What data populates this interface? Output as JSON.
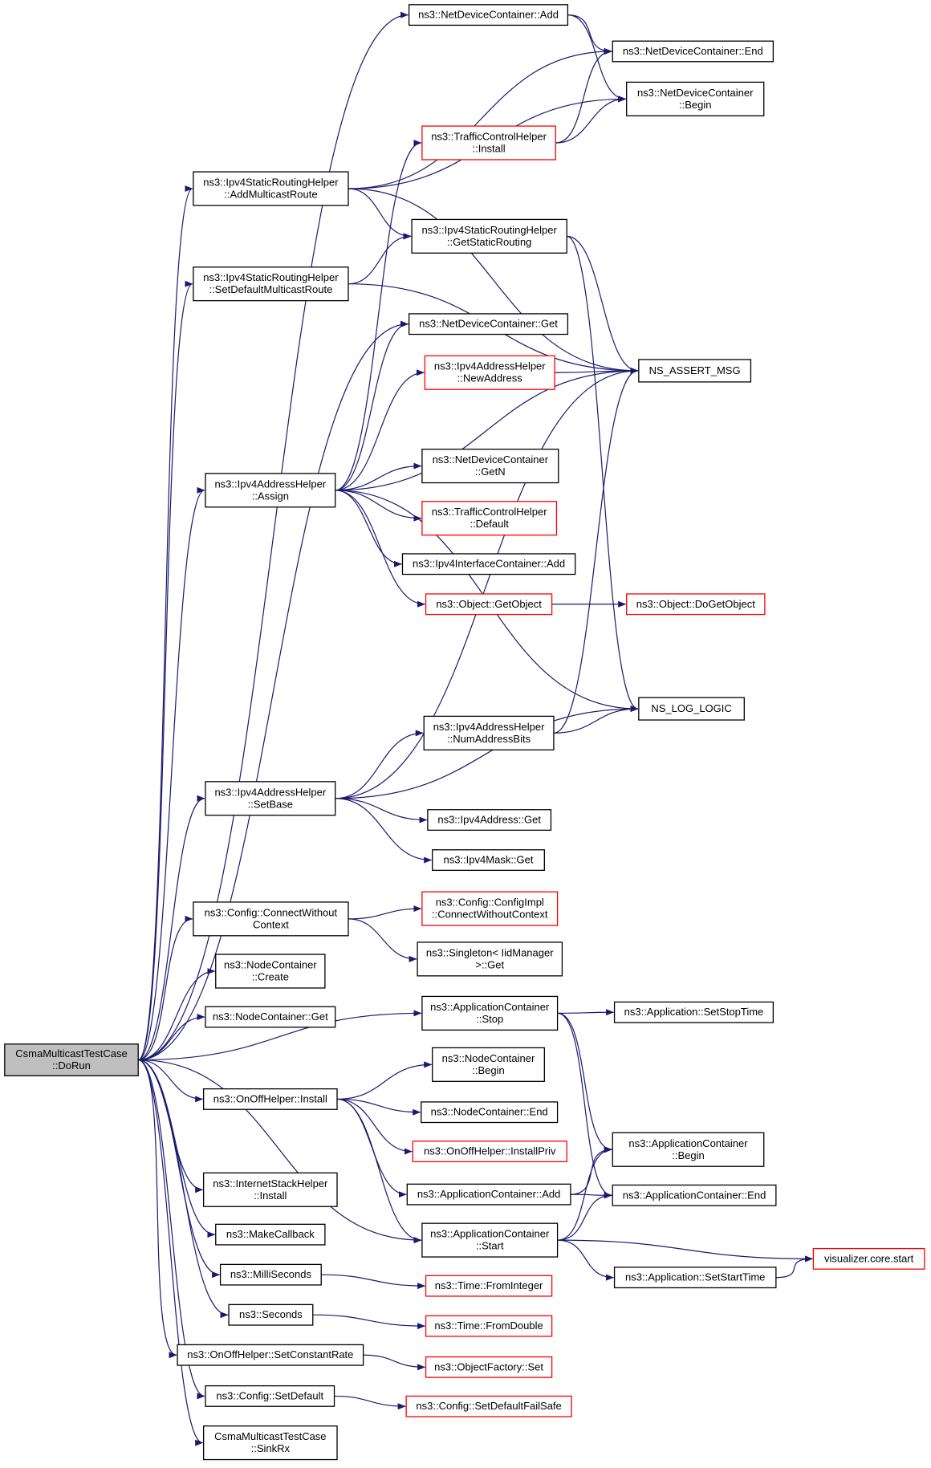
{
  "colors": {
    "edge": "#191970",
    "box_normal": "#000000",
    "box_truncated": "#ff0000",
    "box_root_fill": "#bfbfbf"
  },
  "nodes": [
    {
      "id": "doRun",
      "lines": [
        "CsmaMulticastTestCase",
        "::DoRun"
      ],
      "style": "root"
    },
    {
      "id": "ndcAdd",
      "lines": [
        "ns3::NetDeviceContainer::Add"
      ],
      "style": "normal"
    },
    {
      "id": "ndcEnd",
      "lines": [
        "ns3::NetDeviceContainer::End"
      ],
      "style": "normal"
    },
    {
      "id": "ndcBegin",
      "lines": [
        "ns3::NetDeviceContainer",
        "::Begin"
      ],
      "style": "normal"
    },
    {
      "id": "tchInstall",
      "lines": [
        "ns3::TrafficControlHelper",
        "::Install"
      ],
      "style": "truncated"
    },
    {
      "id": "addMcRoute",
      "lines": [
        "ns3::Ipv4StaticRoutingHelper",
        "::AddMulticastRoute"
      ],
      "style": "normal"
    },
    {
      "id": "getStaticRouting",
      "lines": [
        "ns3::Ipv4StaticRoutingHelper",
        "::GetStaticRouting"
      ],
      "style": "normal"
    },
    {
      "id": "setDefMcRoute",
      "lines": [
        "ns3::Ipv4StaticRoutingHelper",
        "::SetDefaultMulticastRoute"
      ],
      "style": "normal"
    },
    {
      "id": "ndcGet",
      "lines": [
        "ns3::NetDeviceContainer::Get"
      ],
      "style": "normal"
    },
    {
      "id": "newAddress",
      "lines": [
        "ns3::Ipv4AddressHelper",
        "::NewAddress"
      ],
      "style": "truncated"
    },
    {
      "id": "assertMsg",
      "lines": [
        "NS_ASSERT_MSG"
      ],
      "style": "normal"
    },
    {
      "id": "ndcGetN",
      "lines": [
        "ns3::NetDeviceContainer",
        "::GetN"
      ],
      "style": "normal"
    },
    {
      "id": "assign",
      "lines": [
        "ns3::Ipv4AddressHelper",
        "::Assign"
      ],
      "style": "normal"
    },
    {
      "id": "tchDefault",
      "lines": [
        "ns3::TrafficControlHelper",
        "::Default"
      ],
      "style": "truncated"
    },
    {
      "id": "iicAdd",
      "lines": [
        "ns3::Ipv4InterfaceContainer::Add"
      ],
      "style": "normal"
    },
    {
      "id": "getObject",
      "lines": [
        "ns3::Object::GetObject"
      ],
      "style": "truncated"
    },
    {
      "id": "doGetObject",
      "lines": [
        "ns3::Object::DoGetObject"
      ],
      "style": "truncated"
    },
    {
      "id": "logLogic",
      "lines": [
        "NS_LOG_LOGIC"
      ],
      "style": "normal"
    },
    {
      "id": "numAddrBits",
      "lines": [
        "ns3::Ipv4AddressHelper",
        "::NumAddressBits"
      ],
      "style": "normal"
    },
    {
      "id": "setBase",
      "lines": [
        "ns3::Ipv4AddressHelper",
        "::SetBase"
      ],
      "style": "normal"
    },
    {
      "id": "addrGet",
      "lines": [
        "ns3::Ipv4Address::Get"
      ],
      "style": "normal"
    },
    {
      "id": "maskGet",
      "lines": [
        "ns3::Ipv4Mask::Get"
      ],
      "style": "normal"
    },
    {
      "id": "connectWoCtx",
      "lines": [
        "ns3::Config::ConnectWithout",
        "Context"
      ],
      "style": "normal"
    },
    {
      "id": "configImplConnect",
      "lines": [
        "ns3::Config::ConfigImpl",
        "::ConnectWithoutContext"
      ],
      "style": "truncated"
    },
    {
      "id": "singletonGet",
      "lines": [
        "ns3::Singleton< IidManager",
        ">::Get"
      ],
      "style": "normal"
    },
    {
      "id": "ncCreate",
      "lines": [
        "ns3::NodeContainer",
        "::Create"
      ],
      "style": "normal"
    },
    {
      "id": "ncGet",
      "lines": [
        "ns3::NodeContainer::Get"
      ],
      "style": "normal"
    },
    {
      "id": "acStop",
      "lines": [
        "ns3::ApplicationContainer",
        "::Stop"
      ],
      "style": "normal"
    },
    {
      "id": "appSetStop",
      "lines": [
        "ns3::Application::SetStopTime"
      ],
      "style": "normal"
    },
    {
      "id": "ncBegin",
      "lines": [
        "ns3::NodeContainer",
        "::Begin"
      ],
      "style": "normal"
    },
    {
      "id": "onoffInstall",
      "lines": [
        "ns3::OnOffHelper::Install"
      ],
      "style": "normal"
    },
    {
      "id": "ncEnd",
      "lines": [
        "ns3::NodeContainer::End"
      ],
      "style": "normal"
    },
    {
      "id": "installPriv",
      "lines": [
        "ns3::OnOffHelper::InstallPriv"
      ],
      "style": "truncated"
    },
    {
      "id": "acBegin",
      "lines": [
        "ns3::ApplicationContainer",
        "::Begin"
      ],
      "style": "normal"
    },
    {
      "id": "ishInstall",
      "lines": [
        "ns3::InternetStackHelper",
        "::Install"
      ],
      "style": "normal"
    },
    {
      "id": "acAdd",
      "lines": [
        "ns3::ApplicationContainer::Add"
      ],
      "style": "normal"
    },
    {
      "id": "acEnd",
      "lines": [
        "ns3::ApplicationContainer::End"
      ],
      "style": "normal"
    },
    {
      "id": "makeCallback",
      "lines": [
        "ns3::MakeCallback"
      ],
      "style": "normal"
    },
    {
      "id": "acStart",
      "lines": [
        "ns3::ApplicationContainer",
        "::Start"
      ],
      "style": "normal"
    },
    {
      "id": "vizStart",
      "lines": [
        "visualizer.core.start"
      ],
      "style": "truncated"
    },
    {
      "id": "milliSeconds",
      "lines": [
        "ns3::MilliSeconds"
      ],
      "style": "normal"
    },
    {
      "id": "appSetStart",
      "lines": [
        "ns3::Application::SetStartTime"
      ],
      "style": "normal"
    },
    {
      "id": "fromInteger",
      "lines": [
        "ns3::Time::FromInteger"
      ],
      "style": "truncated"
    },
    {
      "id": "seconds",
      "lines": [
        "ns3::Seconds"
      ],
      "style": "normal"
    },
    {
      "id": "fromDouble",
      "lines": [
        "ns3::Time::FromDouble"
      ],
      "style": "truncated"
    },
    {
      "id": "setConstRate",
      "lines": [
        "ns3::OnOffHelper::SetConstantRate"
      ],
      "style": "normal"
    },
    {
      "id": "ofSet",
      "lines": [
        "ns3::ObjectFactory::Set"
      ],
      "style": "truncated"
    },
    {
      "id": "cfgSetDefault",
      "lines": [
        "ns3::Config::SetDefault"
      ],
      "style": "normal"
    },
    {
      "id": "setDefFailSafe",
      "lines": [
        "ns3::Config::SetDefaultFailSafe"
      ],
      "style": "truncated"
    },
    {
      "id": "sinkRx",
      "lines": [
        "CsmaMulticastTestCase",
        "::SinkRx"
      ],
      "style": "normal"
    }
  ],
  "edges": [
    [
      "doRun",
      "ndcAdd"
    ],
    [
      "doRun",
      "addMcRoute"
    ],
    [
      "doRun",
      "setDefMcRoute"
    ],
    [
      "doRun",
      "ndcGet"
    ],
    [
      "doRun",
      "assign"
    ],
    [
      "doRun",
      "setBase"
    ],
    [
      "doRun",
      "connectWoCtx"
    ],
    [
      "doRun",
      "ncCreate"
    ],
    [
      "doRun",
      "ncGet"
    ],
    [
      "doRun",
      "acStop"
    ],
    [
      "doRun",
      "onoffInstall"
    ],
    [
      "doRun",
      "ishInstall"
    ],
    [
      "doRun",
      "makeCallback"
    ],
    [
      "doRun",
      "acStart"
    ],
    [
      "doRun",
      "milliSeconds"
    ],
    [
      "doRun",
      "seconds"
    ],
    [
      "doRun",
      "setConstRate"
    ],
    [
      "doRun",
      "cfgSetDefault"
    ],
    [
      "doRun",
      "sinkRx"
    ],
    [
      "ndcAdd",
      "ndcEnd"
    ],
    [
      "ndcAdd",
      "ndcBegin"
    ],
    [
      "tchInstall",
      "ndcEnd"
    ],
    [
      "tchInstall",
      "ndcBegin"
    ],
    [
      "addMcRoute",
      "ndcEnd"
    ],
    [
      "addMcRoute",
      "ndcBegin"
    ],
    [
      "addMcRoute",
      "getStaticRouting"
    ],
    [
      "addMcRoute",
      "assertMsg"
    ],
    [
      "getStaticRouting",
      "assertMsg"
    ],
    [
      "getStaticRouting",
      "logLogic"
    ],
    [
      "setDefMcRoute",
      "getStaticRouting"
    ],
    [
      "setDefMcRoute",
      "assertMsg"
    ],
    [
      "newAddress",
      "assertMsg"
    ],
    [
      "assign",
      "tchInstall"
    ],
    [
      "assign",
      "ndcGet"
    ],
    [
      "assign",
      "newAddress"
    ],
    [
      "assign",
      "assertMsg"
    ],
    [
      "assign",
      "ndcGetN"
    ],
    [
      "assign",
      "tchDefault"
    ],
    [
      "assign",
      "iicAdd"
    ],
    [
      "assign",
      "getObject"
    ],
    [
      "assign",
      "logLogic"
    ],
    [
      "getObject",
      "doGetObject"
    ],
    [
      "numAddrBits",
      "assertMsg"
    ],
    [
      "numAddrBits",
      "logLogic"
    ],
    [
      "setBase",
      "assertMsg"
    ],
    [
      "setBase",
      "numAddrBits"
    ],
    [
      "setBase",
      "logLogic"
    ],
    [
      "setBase",
      "addrGet"
    ],
    [
      "setBase",
      "maskGet"
    ],
    [
      "connectWoCtx",
      "configImplConnect"
    ],
    [
      "connectWoCtx",
      "singletonGet"
    ],
    [
      "acStop",
      "appSetStop"
    ],
    [
      "acStop",
      "acBegin"
    ],
    [
      "acStop",
      "acEnd"
    ],
    [
      "onoffInstall",
      "ncBegin"
    ],
    [
      "onoffInstall",
      "ncEnd"
    ],
    [
      "onoffInstall",
      "installPriv"
    ],
    [
      "onoffInstall",
      "acAdd"
    ],
    [
      "onoffInstall",
      "acStart"
    ],
    [
      "acAdd",
      "acBegin"
    ],
    [
      "acAdd",
      "acEnd"
    ],
    [
      "acStart",
      "acBegin"
    ],
    [
      "acStart",
      "acEnd"
    ],
    [
      "acStart",
      "vizStart"
    ],
    [
      "acStart",
      "appSetStart"
    ],
    [
      "appSetStart",
      "vizStart"
    ],
    [
      "milliSeconds",
      "fromInteger"
    ],
    [
      "seconds",
      "fromDouble"
    ],
    [
      "setConstRate",
      "ofSet"
    ],
    [
      "cfgSetDefault",
      "setDefFailSafe"
    ]
  ]
}
